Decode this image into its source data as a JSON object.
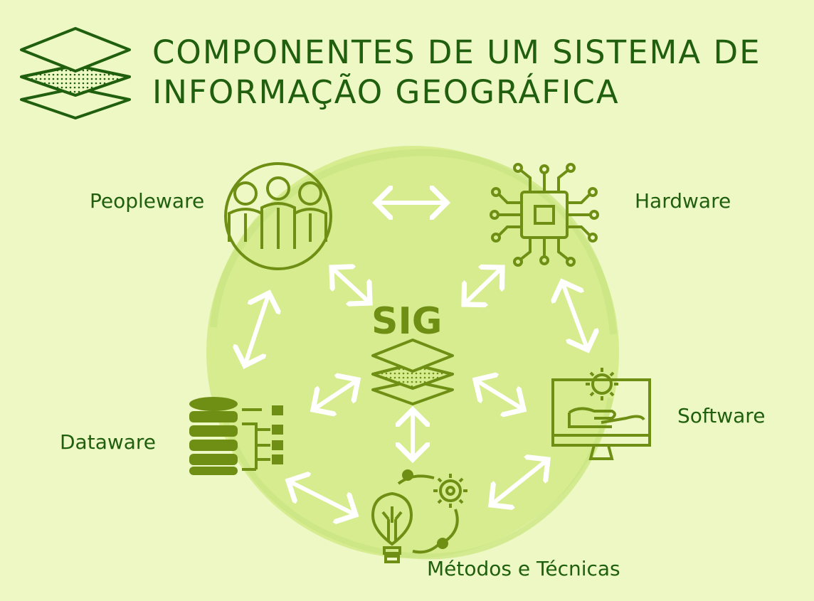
{
  "title": {
    "line1": "COMPONENTES DE UM SISTEMA DE",
    "line2": "INFORMAÇÃO GEOGRÁFICA"
  },
  "center_label": "SIG",
  "components": {
    "peopleware": "Peopleware",
    "hardware": "Hardware",
    "software": "Software",
    "dataware": "Dataware",
    "metodos": "Métodos e Técnicas"
  },
  "colors": {
    "background": "#eef8c4",
    "circle": "#d6ec8f",
    "title": "#1f5f0e",
    "icon": "#6e8f14",
    "arrow": "#ffffff"
  },
  "icons": {
    "logo": "layers-stack-icon",
    "center": "layers-stack-icon",
    "peopleware": "people-group-icon",
    "hardware": "microchip-icon",
    "software": "computer-gear-icon",
    "dataware": "database-icon",
    "metodos": "lightbulb-gear-icon"
  }
}
